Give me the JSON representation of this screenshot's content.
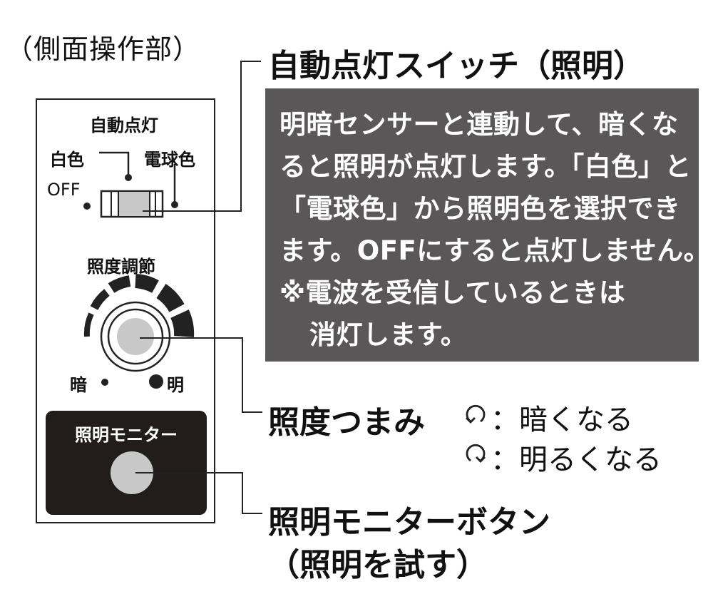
{
  "side_label": "（側面操作部）",
  "panel": {
    "auto_light_label": "自動点灯",
    "white_label": "白色",
    "bulb_label": "電球色",
    "off_label": "OFF",
    "dimmer_label": "照度調節",
    "dark_label": "暗",
    "bright_label": "明",
    "monitor_label": "照明モニター"
  },
  "auto_switch": {
    "title": "自動点灯スイッチ（照明）",
    "description_lines": [
      "明暗センサーと連動して、暗くな",
      "ると照明が点灯します。「白色」と",
      "「電球色」から照明色を選択でき",
      "ます。OFFにすると点灯しません。",
      "※電波を受信しているときは",
      "消灯します。"
    ]
  },
  "dimmer_knob": {
    "title": "照度つまみ",
    "ccw_text": "：暗くなる",
    "cw_text": "：明るくなる"
  },
  "monitor_button": {
    "title_line1": "照明モニターボタン",
    "title_line2": "（照明を試す）"
  },
  "colors": {
    "info_box": "#595757",
    "monitor_box": "#231c1c",
    "slider_knob": "#c8c8c8",
    "line": "#222222"
  }
}
